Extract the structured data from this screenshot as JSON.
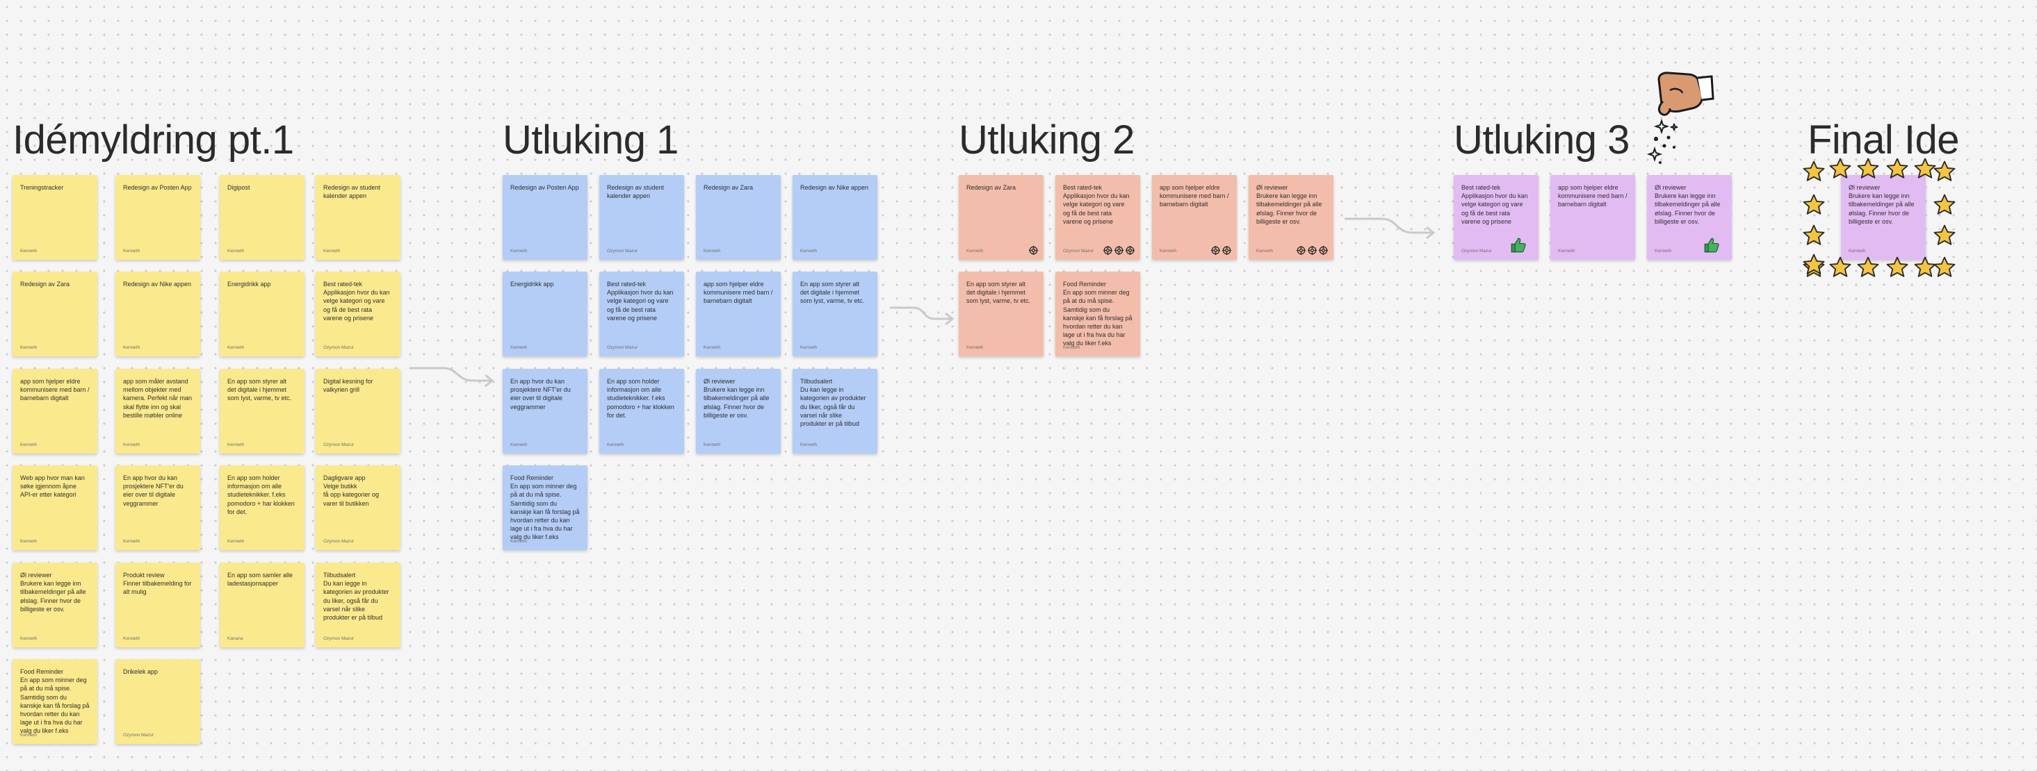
{
  "colors": {
    "yellow": "#fbe98d",
    "blue": "#b4cdf7",
    "salmon": "#f3bdab",
    "violet": "#e2bbf3",
    "board_bg": "#f5f5f5"
  },
  "headings": {
    "ideation": "Idémyldring pt.1",
    "round1": "Utluking 1",
    "round2": "Utluking 2",
    "round3": "Utluking 3",
    "final": "Final Ide"
  },
  "notes": [
    {
      "text": "Treningstracker",
      "author": "Kenneth",
      "color": "yellow"
    },
    {
      "text": "Redesign av Posten App",
      "author": "Kenneth",
      "color": "yellow"
    },
    {
      "text": "Digipost",
      "author": "Kenneth",
      "color": "yellow"
    },
    {
      "text": "Redesign av student kalender appen",
      "author": "Kenneth",
      "color": "yellow"
    },
    {
      "text": "Redesign av Zara",
      "author": "Kenneth",
      "color": "yellow"
    },
    {
      "text": "Redesign av Nike appen",
      "author": "Kenneth",
      "color": "yellow"
    },
    {
      "text": "Energidrikk app",
      "author": "Kenneth",
      "color": "yellow"
    },
    {
      "text": "Best rated-tek\nApplikasjon hvor du kan velge kategori og vare og få de best rata varene og prisene",
      "author": "Ozymon Mazur",
      "color": "yellow"
    },
    {
      "text": "app som hjelper eldre kommunisere med barn / barnebarn digitalt",
      "author": "Kenneth",
      "color": "yellow"
    },
    {
      "text": "app som måler avstand mellom objekter med kamera. Perfekt når man skal flytte inn og skal bestille møbler online",
      "author": "Kenneth",
      "color": "yellow"
    },
    {
      "text": "En app som styrer alt det digitale i hjemmet som lyst, varme, tv etc.",
      "author": "Kenneth",
      "color": "yellow"
    },
    {
      "text": "Digital kesning for valkyrien grill",
      "author": "Ozymon Mazur",
      "color": "yellow"
    },
    {
      "text": "Web app hvor man kan søke igjennom åpne API-er etter kategori",
      "author": "Kenneth",
      "color": "yellow"
    },
    {
      "text": "En app hvor du kan prosjektere NFT'er du eier over til digitale veggrammer",
      "author": "Kenneth",
      "color": "yellow"
    },
    {
      "text": "En app som holder informasjon om alle studieteknikker. f.eks pomodoro + har klokken for det.",
      "author": "Kenneth",
      "color": "yellow"
    },
    {
      "text": "Dagligvare app\nVelge butikk\nfå opp kategorier og varer til butikken",
      "author": "Ozymon Mazur",
      "color": "yellow"
    },
    {
      "text": "Øl reviewer\nBrukere kan legge inn tilbakemeldinger på alle ølslag. Finner hvor de billigeste er osv.",
      "author": "Kenneth",
      "color": "yellow"
    },
    {
      "text": "Produkt review\nFinner tilbakemelding for alt mulig",
      "author": "Kenneth",
      "color": "yellow"
    },
    {
      "text": "En app som samler alle ladestasjonsapper",
      "author": "Kanana",
      "color": "yellow"
    },
    {
      "text": "Tilbudsalert\nDu kan legge in kategorien av produkter du liker, også får du varsel når slike produkter er på tilbud",
      "author": "Ozymon Mazur",
      "color": "yellow"
    },
    {
      "text": "Food Reminder\nEn app som minner deg på at du må spise. Samtidig som du kanskje kan få forslag på hvordan retter du kan lage ut i fra hva du har valg du liker f.eks",
      "author": "Kenneth",
      "color": "yellow"
    },
    {
      "text": "Drikelek app",
      "author": "Ozymon Mazur",
      "color": "yellow"
    },
    {
      "text": "Redesign av Posten App",
      "author": "Kenneth",
      "color": "blue"
    },
    {
      "text": "Redesign av student kalender appen",
      "author": "Ozymon Mazur",
      "color": "blue"
    },
    {
      "text": "Redesign av Zara",
      "author": "Kenneth",
      "color": "blue"
    },
    {
      "text": "Redesign av Nike appen",
      "author": "Kenneth",
      "color": "blue"
    },
    {
      "text": "Energidrikk app",
      "author": "Kenneth",
      "color": "blue"
    },
    {
      "text": "Best rated-tek\nApplikasjon hvor du kan velge kategori og vare og få de best rata varene og prisene",
      "author": "Ozymon Mazur",
      "color": "blue"
    },
    {
      "text": "app som hjelper eldre kommunisere med barn / barnebarn digitalt",
      "author": "Kenneth",
      "color": "blue"
    },
    {
      "text": "En app som styrer alt det digitale i hjemmet som lyst, varme, tv etc.",
      "author": "Kenneth",
      "color": "blue"
    },
    {
      "text": "En app hvor du kan prosjektere NFT'er du eier over til digitale veggrammer",
      "author": "Kenneth",
      "color": "blue"
    },
    {
      "text": "En app som holder informasjon om alle studieteknikker. f.eks pomodoro + har klokken for det.",
      "author": "Kenneth",
      "color": "blue"
    },
    {
      "text": "Øl reviewer\nBrukere kan legge inn tilbakemeldinger på alle ølslag. Finner hvor de billigeste er osv.",
      "author": "Kenneth",
      "color": "blue"
    },
    {
      "text": "Tilbudsalert\nDu kan legge in kategorien av produkter du liker, også får du varsel når slike produkter er på tilbud",
      "author": "Kenneth",
      "color": "blue"
    },
    {
      "text": "Food Reminder\nEn app som minner deg på at du må spise. Samtidig som du kanskje kan få forslag på hvordan retter du kan lage ut i fra hva du har valg du liker f.eks",
      "author": "Kenneth",
      "color": "blue"
    },
    {
      "text": "Redesign av Zara",
      "author": "Kenneth",
      "color": "salmon",
      "votes": 1
    },
    {
      "text": "Best rated-tek\nApplikasjon hvor du kan velge kategori og vare og få de best rata varene og prisene",
      "author": "Ozymon Mazur",
      "color": "salmon",
      "votes": 3
    },
    {
      "text": "app som hjelper eldre kommunisere med barn / barnebarn digitalt",
      "author": "Kenneth",
      "color": "salmon",
      "votes": 2
    },
    {
      "text": "Øl reviewer\nBrukere kan legge inn tilbakemeldinger på alle ølslag. Finner hvor de billigeste er osv.",
      "author": "Kenneth",
      "color": "salmon",
      "votes": 3
    },
    {
      "text": "En app som styrer alt det digitale i hjemmet som lyst, varme, tv etc.",
      "author": "Kenneth",
      "color": "salmon"
    },
    {
      "text": "Food Reminder\nEn app som minner deg på at du må spise. Samtidig som du kanskje kan få forslag på hvordan retter du kan lage ut i fra hva du har valg du liker f.eks",
      "author": "Kenneth",
      "color": "salmon"
    },
    {
      "text": "Best rated-tek\nApplikasjon hvor du kan velge kategori og vare og få de best rata varene og prisene",
      "author": "Ozymon Mazur",
      "color": "violet",
      "thumb": true
    },
    {
      "text": "app som hjelper eldre kommunisere med barn / barnebarn digitalt",
      "author": "Kenneth",
      "color": "violet"
    },
    {
      "text": "Øl reviewer\nBrukere kan legge inn tilbakemeldinger på alle ølslag. Finner hvor de billigeste er osv.",
      "author": "Kenneth",
      "color": "violet",
      "thumb": true
    },
    {
      "text": "Øl reviewer\nBrukere kan legge inn tilbakemeldinger på alle ølslag. Finner hvor de billigeste er osv.",
      "author": "Kenneth",
      "color": "violet"
    }
  ],
  "icons": {
    "vote": "target-crosshair-icon",
    "thumb": "thumbs-up-icon",
    "star": "star-icon",
    "hand": "hand-sprinkle-icon",
    "arrow": "curved-arrow-connector"
  }
}
